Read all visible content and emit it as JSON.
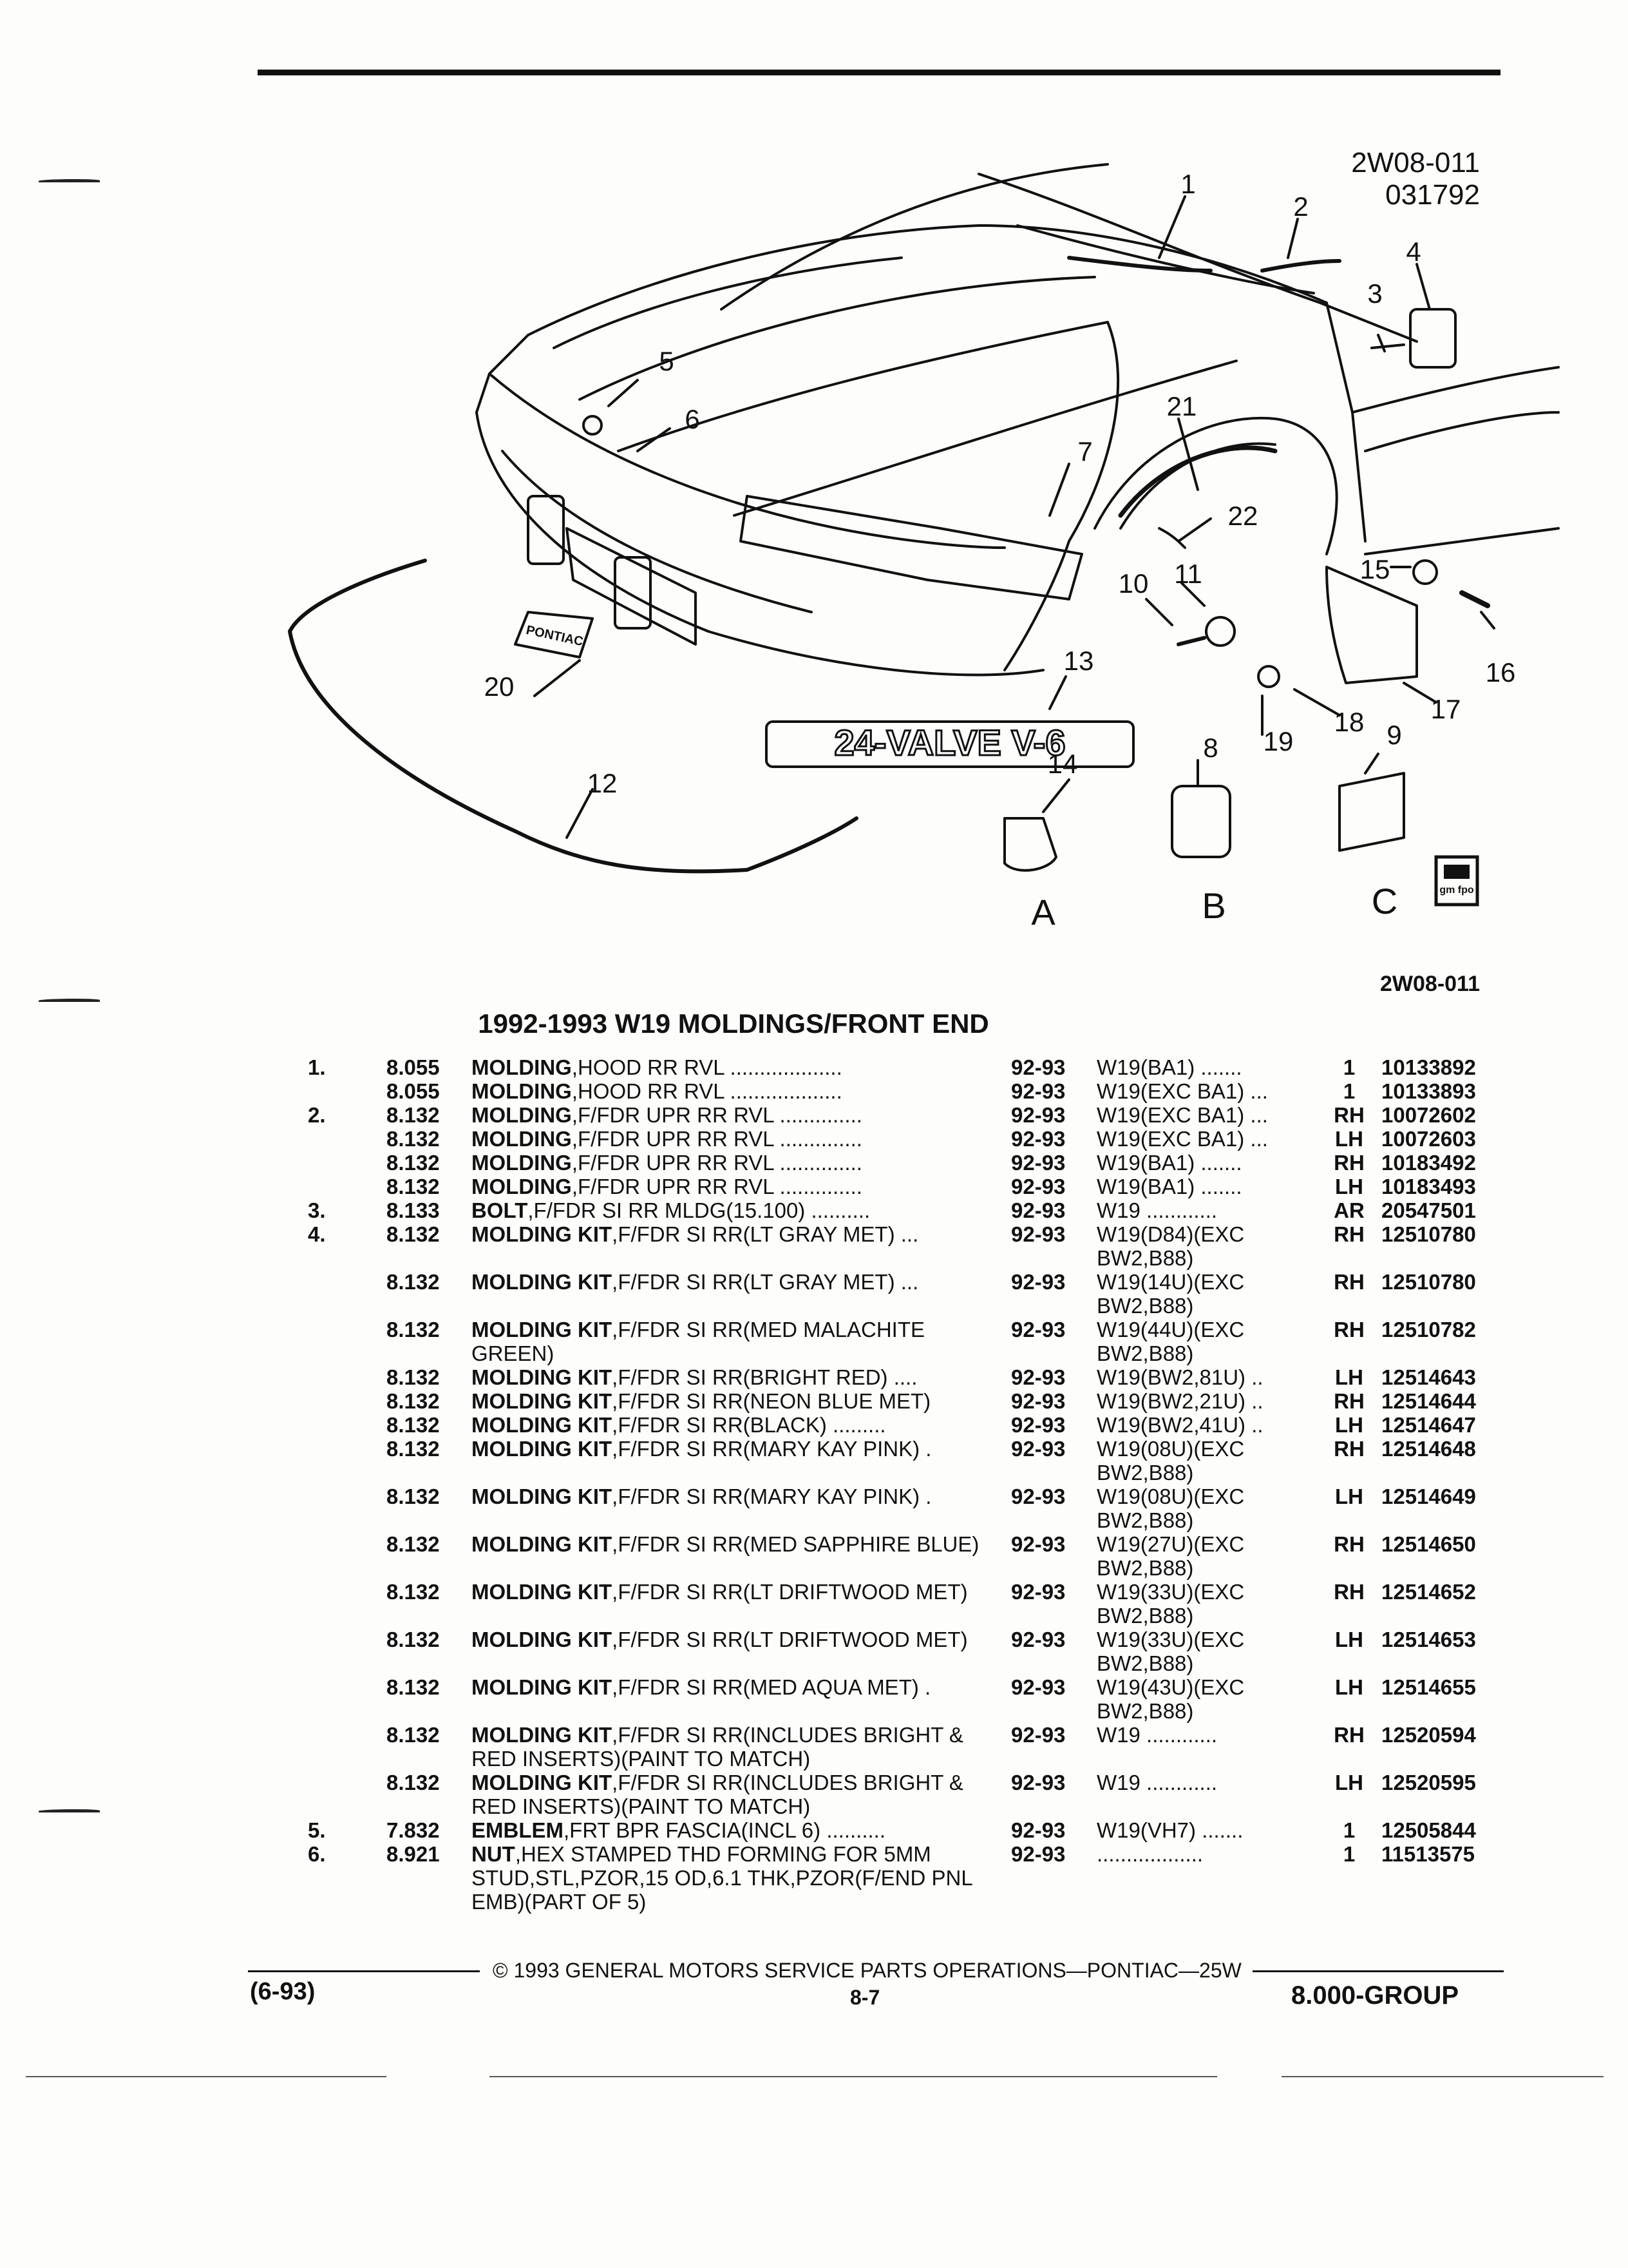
{
  "header": {
    "illustration_code": "2W08-011",
    "illustration_date": "031792",
    "caption_code": "2W08-011"
  },
  "callouts": [
    "1",
    "2",
    "3",
    "4",
    "5",
    "6",
    "7",
    "8",
    "9",
    "10",
    "11",
    "12",
    "13",
    "14",
    "15",
    "16",
    "17",
    "18",
    "19",
    "20",
    "21",
    "22"
  ],
  "detail_labels": [
    "A",
    "B",
    "C"
  ],
  "diagram_text": {
    "emblem": "24-VALVE V-6",
    "nameplate": "PONTIAC",
    "logo": "gm fpo"
  },
  "section_title": "1992-1993 W19 MOLDINGS/FRONT END",
  "rows": [
    {
      "idx": "1.",
      "grp": "8.055",
      "name": "MOLDING",
      ":": "",
      "rest": ",HOOD RR RVL",
      "lead1": "...................",
      "yr": "92-93",
      "app": "W19(BA1) .......",
      "qty": "1",
      "part": "10133892"
    },
    {
      "idx": "",
      "grp": "8.055",
      "name": "MOLDING",
      "rest": ",HOOD RR RVL",
      "lead1": "...................",
      "yr": "92-93",
      "app": "W19(EXC BA1) ...",
      "qty": "1",
      "part": "10133893"
    },
    {
      "idx": "2.",
      "grp": "8.132",
      "name": "MOLDING",
      "rest": ",F/FDR UPR RR RVL",
      "lead1": "..............",
      "yr": "92-93",
      "app": "W19(EXC BA1) ...",
      "qty": "RH",
      "part": "10072602"
    },
    {
      "idx": "",
      "grp": "8.132",
      "name": "MOLDING",
      "rest": ",F/FDR UPR RR RVL",
      "lead1": "..............",
      "yr": "92-93",
      "app": "W19(EXC BA1) ...",
      "qty": "LH",
      "part": "10072603"
    },
    {
      "idx": "",
      "grp": "8.132",
      "name": "MOLDING",
      "rest": ",F/FDR UPR RR RVL",
      "lead1": "..............",
      "yr": "92-93",
      "app": "W19(BA1) .......",
      "qty": "RH",
      "part": "10183492"
    },
    {
      "idx": "",
      "grp": "8.132",
      "name": "MOLDING",
      "rest": ",F/FDR UPR RR RVL",
      "lead1": "..............",
      "yr": "92-93",
      "app": "W19(BA1) .......",
      "qty": "LH",
      "part": "10183493"
    },
    {
      "idx": "3.",
      "grp": "8.133",
      "name": "BOLT",
      "rest": ",F/FDR SI RR MLDG(15.100)",
      "lead1": "..........",
      "yr": "92-93",
      "app": "W19 ............",
      "qty": "AR",
      "part": "20547501"
    },
    {
      "idx": "4.",
      "grp": "8.132",
      "name": "MOLDING KIT",
      "rest": ",F/FDR SI RR(LT GRAY MET)",
      "lead1": "...",
      "yr": "92-93",
      "app": "W19(D84)(EXC BW2,B88)",
      "qty": "RH",
      "part": "12510780"
    },
    {
      "idx": "",
      "grp": "8.132",
      "name": "MOLDING KIT",
      "rest": ",F/FDR SI RR(LT GRAY MET)",
      "lead1": "...",
      "yr": "92-93",
      "app": "W19(14U)(EXC BW2,B88)",
      "qty": "RH",
      "part": "12510780"
    },
    {
      "idx": "",
      "grp": "8.132",
      "name": "MOLDING KIT",
      "rest": ",F/FDR SI RR(MED MALACHITE GREEN)",
      "lead1": "",
      "yr": "92-93",
      "app": "W19(44U)(EXC BW2,B88)",
      "qty": "RH",
      "part": "12510782"
    },
    {
      "idx": "",
      "grp": "8.132",
      "name": "MOLDING KIT",
      "rest": ",F/FDR SI RR(BRIGHT RED)",
      "lead1": "....",
      "yr": "92-93",
      "app": "W19(BW2,81U) ..",
      "qty": "LH",
      "part": "12514643"
    },
    {
      "idx": "",
      "grp": "8.132",
      "name": "MOLDING KIT",
      "rest": ",F/FDR SI RR(NEON BLUE MET)",
      "lead1": "",
      "yr": "92-93",
      "app": "W19(BW2,21U) ..",
      "qty": "RH",
      "part": "12514644"
    },
    {
      "idx": "",
      "grp": "8.132",
      "name": "MOLDING KIT",
      "rest": ",F/FDR SI RR(BLACK)",
      "lead1": ".........",
      "yr": "92-93",
      "app": "W19(BW2,41U) ..",
      "qty": "LH",
      "part": "12514647"
    },
    {
      "idx": "",
      "grp": "8.132",
      "name": "MOLDING KIT",
      "rest": ",F/FDR SI RR(MARY KAY PINK)",
      "lead1": ".",
      "yr": "92-93",
      "app": "W19(08U)(EXC BW2,B88)",
      "qty": "RH",
      "part": "12514648"
    },
    {
      "idx": "",
      "grp": "8.132",
      "name": "MOLDING KIT",
      "rest": ",F/FDR SI RR(MARY KAY PINK)",
      "lead1": ".",
      "yr": "92-93",
      "app": "W19(08U)(EXC BW2,B88)",
      "qty": "LH",
      "part": "12514649"
    },
    {
      "idx": "",
      "grp": "8.132",
      "name": "MOLDING KIT",
      "rest": ",F/FDR SI RR(MED SAPPHIRE BLUE)",
      "lead1": "",
      "yr": "92-93",
      "app": "W19(27U)(EXC BW2,B88)",
      "qty": "RH",
      "part": "12514650"
    },
    {
      "idx": "",
      "grp": "8.132",
      "name": "MOLDING KIT",
      "rest": ",F/FDR SI RR(LT DRIFTWOOD MET)",
      "lead1": "",
      "yr": "92-93",
      "app": "W19(33U)(EXC BW2,B88)",
      "qty": "RH",
      "part": "12514652"
    },
    {
      "idx": "",
      "grp": "8.132",
      "name": "MOLDING KIT",
      "rest": ",F/FDR SI RR(LT DRIFTWOOD MET)",
      "lead1": "",
      "yr": "92-93",
      "app": "W19(33U)(EXC BW2,B88)",
      "qty": "LH",
      "part": "12514653"
    },
    {
      "idx": "",
      "grp": "8.132",
      "name": "MOLDING KIT",
      "rest": ",F/FDR SI RR(MED AQUA MET)",
      "lead1": ".",
      "yr": "92-93",
      "app": "W19(43U)(EXC BW2,B88)",
      "qty": "LH",
      "part": "12514655"
    },
    {
      "idx": "",
      "grp": "8.132",
      "name": "MOLDING KIT",
      "rest": ",F/FDR SI RR(INCLUDES BRIGHT & RED INSERTS)(PAINT TO MATCH)",
      "lead1": "",
      "yr": "92-93",
      "app": "W19 ............",
      "qty": "RH",
      "part": "12520594"
    },
    {
      "idx": "",
      "grp": "8.132",
      "name": "MOLDING KIT",
      "rest": ",F/FDR SI RR(INCLUDES BRIGHT & RED INSERTS)(PAINT TO MATCH)",
      "lead1": "",
      "yr": "92-93",
      "app": "W19 ............",
      "qty": "LH",
      "part": "12520595"
    },
    {
      "idx": "5.",
      "grp": "7.832",
      "name": "EMBLEM",
      "rest": ",FRT BPR FASCIA(INCL 6)",
      "lead1": "..........",
      "yr": "92-93",
      "app": "W19(VH7) .......",
      "qty": "1",
      "part": "12505844"
    },
    {
      "idx": "6.",
      "grp": "8.921",
      "name": "NUT",
      "rest": ",HEX STAMPED THD FORMING FOR 5MM STUD,STL,PZOR,15 OD,6.1 THK,PZOR(F/END PNL EMB)(PART OF 5)",
      "lead1": "",
      "yr": "92-93",
      "app": "..................",
      "qty": "1",
      "part": "11513575"
    }
  ],
  "footer": {
    "copyright": "© 1993 GENERAL MOTORS SERVICE PARTS OPERATIONS—PONTIAC—25W",
    "date_code": "(6-93)",
    "page": "8-7",
    "group": "8.000-GROUP"
  }
}
